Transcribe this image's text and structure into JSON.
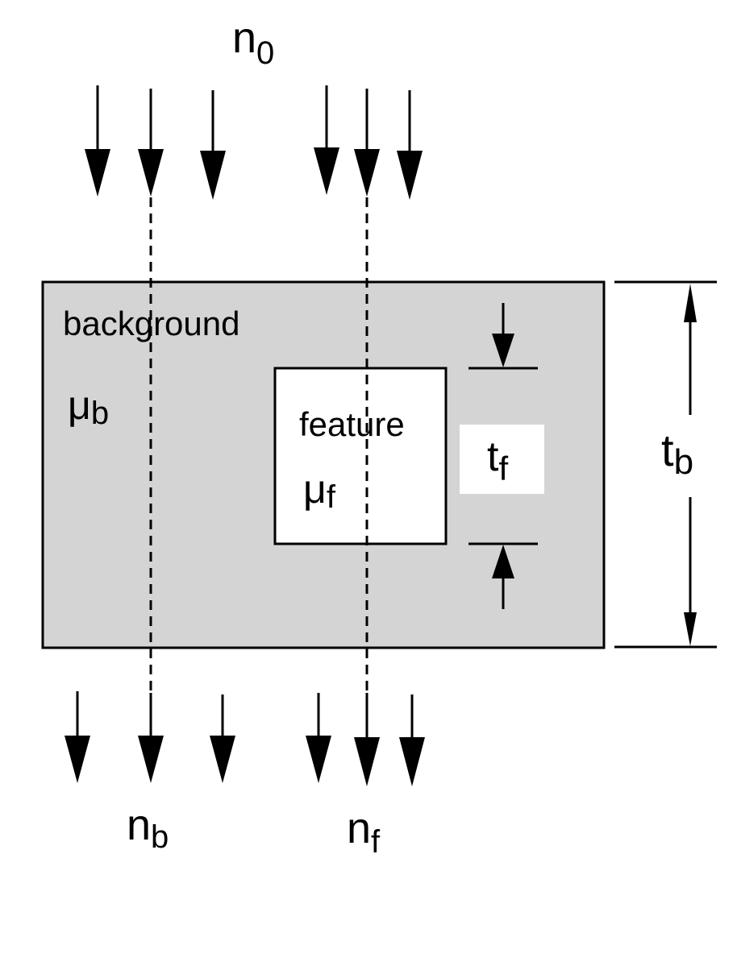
{
  "labels": {
    "n0_base": "n",
    "n0_sub": "0",
    "background": "background",
    "mu_b_base": "μ",
    "mu_b_sub": "b",
    "feature": "feature",
    "mu_f_base": "μ",
    "mu_f_sub": "f",
    "tf_base": "t",
    "tf_sub": "f",
    "tb_base": "t",
    "tb_sub": "b",
    "nb_base": "n",
    "nb_sub": "b",
    "nf_base": "n",
    "nf_sub": "f"
  },
  "colors": {
    "background_fill": "#d4d4d4",
    "feature_fill": "#ffffff",
    "stroke": "#000000"
  }
}
